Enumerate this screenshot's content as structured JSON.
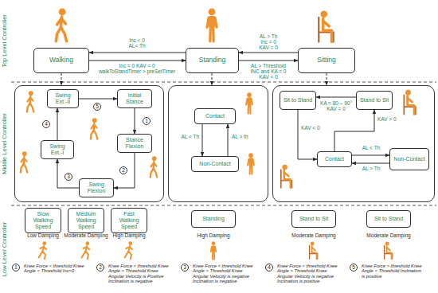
{
  "diagram": {
    "nodes": [
      {
        "text": [
          "Top Level Controller"
        ]
      },
      {
        "text": [
          "Walking"
        ],
        "in": 0
      },
      {
        "text": [
          "Standing"
        ],
        "in": 0
      },
      {
        "text": [
          "Sitting"
        ],
        "in": 0
      },
      {
        "text": [
          "Middle Level Controller"
        ]
      },
      {
        "text": [],
        "in": 4
      },
      {
        "text": [
          "Swing Ext.-II"
        ],
        "in": 5
      },
      {
        "text": [
          "Initial Stance"
        ],
        "in": 5
      },
      {
        "text": [
          "Stance Flexion"
        ],
        "in": 5
      },
      {
        "text": [
          "Swing Flexion"
        ],
        "in": 5
      },
      {
        "text": [
          "Swing Ext.-I"
        ],
        "in": 5
      },
      {
        "text": [],
        "in": 4
      },
      {
        "text": [
          "Contact"
        ],
        "in": 11
      },
      {
        "text": [
          "Non-Contact"
        ],
        "in": 11
      },
      {
        "text": [],
        "in": 4
      },
      {
        "text": [
          "Sit to Stand"
        ],
        "in": 14
      },
      {
        "text": [
          "Stand to Sit"
        ],
        "in": 14
      },
      {
        "text": [
          "Contact"
        ],
        "in": 14
      },
      {
        "text": [
          "Non-Contact"
        ],
        "in": 14
      },
      {
        "text": [
          "Low Level Controller"
        ]
      },
      {
        "text": [
          "Slow Walking Speed"
        ],
        "in": 19
      },
      {
        "text": [
          "Medium Walking Speed"
        ],
        "in": 19
      },
      {
        "text": [
          "Fast Walking Speed"
        ],
        "in": 19
      },
      {
        "text": [
          "Standing"
        ],
        "in": 19
      },
      {
        "text": [
          "Stand to Sit"
        ],
        "in": 19
      },
      {
        "text": [
          "Sit to Stand"
        ],
        "in": 19
      }
    ],
    "edges": [
      {
        "from": 2,
        "to": 1,
        "arrow": "to",
        "label": "Inc < 0 AL< Th"
      },
      {
        "from": 1,
        "to": 2,
        "arrow": "to",
        "label": "Inc = 0 KAV = 0 walkToStandTimer > preSetTimer"
      },
      {
        "from": 3,
        "to": 2,
        "arrow": "to",
        "label": "AL > Th Inc = 0 KAV = 0"
      },
      {
        "from": 2,
        "to": 3,
        "arrow": "to",
        "label": "AL > Threshold INC and KA = 0 KAV < 0"
      },
      {
        "from": 1,
        "to": 5,
        "arrow": "to"
      },
      {
        "from": 2,
        "to": 11,
        "arrow": "to"
      },
      {
        "from": 3,
        "to": 14,
        "arrow": "to"
      },
      {
        "from": 6,
        "to": 7,
        "arrow": "to"
      },
      {
        "from": 7,
        "to": 8,
        "arrow": "to"
      },
      {
        "from": 8,
        "to": 9,
        "arrow": "to"
      },
      {
        "from": 9,
        "to": 10,
        "arrow": "to"
      },
      {
        "from": 10,
        "to": 6,
        "arrow": "to"
      },
      {
        "from": 12,
        "to": 13,
        "arrow": "to",
        "label": "AL < Th"
      },
      {
        "from": 13,
        "to": 12,
        "arrow": "to",
        "label": "AL > th"
      },
      {
        "from": 16,
        "to": 15,
        "arrow": "to",
        "label": "KA = 80 – 90° KAV = 0"
      },
      {
        "from": 15,
        "to": 17,
        "arrow": "to",
        "label": "KAV < 0"
      },
      {
        "from": 17,
        "to": 16,
        "arrow": "to",
        "label": "KAV > 0"
      },
      {
        "from": 17,
        "to": 18,
        "arrow": "to",
        "label": "AL < Th"
      },
      {
        "from": 18,
        "to": 17,
        "arrow": "to",
        "label": "AL > Th"
      }
    ],
    "labels": [
      "1",
      "2",
      "3",
      "4",
      "5",
      "Low Damping",
      "Moderate Damping",
      "High Damping",
      "High Damping",
      "Moderate Damping",
      "Moderate Damping",
      "1",
      "Knee Force < threshold Knee Angle < Threshold Inc>0",
      "2",
      "Knee Force < threshold Knee Angle > Threshold Knee Angular Velocity is Positive Inclination is negative",
      "3",
      "Knee Force < threshold Knee Angle > Threshold Knee Angular Velocity is negative Inclination is negative",
      "4",
      "Knee Force < threshold Knee Angle > Threshold Knee Angular Velocity is negative Inclination is positive",
      "5",
      "Knee Force > threshold Knee Angle < Threshold Inclination is positive"
    ]
  }
}
